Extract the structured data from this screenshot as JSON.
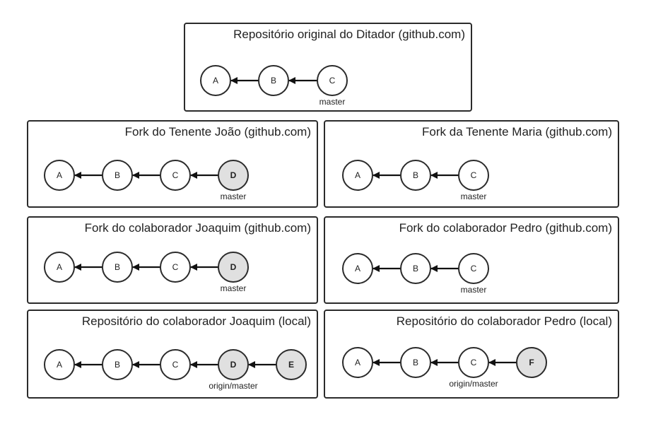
{
  "colors": {
    "border": "#2b2b2b",
    "node_fill": "#ffffff",
    "node_new_fill": "#e0e0e0",
    "arrow": "#111111"
  },
  "panels": [
    {
      "id": "ditador",
      "title": "Repositório original do Ditador (github.com)",
      "nodes": [
        {
          "label": "A",
          "new": false
        },
        {
          "label": "B",
          "new": false
        },
        {
          "label": "C",
          "new": false
        }
      ],
      "ref": {
        "label": "master",
        "node": 2
      }
    },
    {
      "id": "joao",
      "title": "Fork do Tenente João (github.com)",
      "nodes": [
        {
          "label": "A",
          "new": false
        },
        {
          "label": "B",
          "new": false
        },
        {
          "label": "C",
          "new": false
        },
        {
          "label": "D",
          "new": true
        }
      ],
      "ref": {
        "label": "master",
        "node": 3
      }
    },
    {
      "id": "maria",
      "title": "Fork da Tenente Maria (github.com)",
      "nodes": [
        {
          "label": "A",
          "new": false
        },
        {
          "label": "B",
          "new": false
        },
        {
          "label": "C",
          "new": false
        }
      ],
      "ref": {
        "label": "master",
        "node": 2
      }
    },
    {
      "id": "joaquim-fork",
      "title": "Fork do colaborador Joaquim (github.com)",
      "nodes": [
        {
          "label": "A",
          "new": false
        },
        {
          "label": "B",
          "new": false
        },
        {
          "label": "C",
          "new": false
        },
        {
          "label": "D",
          "new": true
        }
      ],
      "ref": {
        "label": "master",
        "node": 3
      }
    },
    {
      "id": "pedro-fork",
      "title": "Fork do colaborador Pedro (github.com)",
      "nodes": [
        {
          "label": "A",
          "new": false
        },
        {
          "label": "B",
          "new": false
        },
        {
          "label": "C",
          "new": false
        }
      ],
      "ref": {
        "label": "master",
        "node": 2
      }
    },
    {
      "id": "joaquim-local",
      "title": "Repositório do colaborador Joaquim (local)",
      "nodes": [
        {
          "label": "A",
          "new": false
        },
        {
          "label": "B",
          "new": false
        },
        {
          "label": "C",
          "new": false
        },
        {
          "label": "D",
          "new": true
        },
        {
          "label": "E",
          "new": true
        }
      ],
      "ref": {
        "label": "origin/master",
        "node": 3
      }
    },
    {
      "id": "pedro-local",
      "title": "Repositório do colaborador Pedro (local)",
      "nodes": [
        {
          "label": "A",
          "new": false
        },
        {
          "label": "B",
          "new": false
        },
        {
          "label": "C",
          "new": false
        },
        {
          "label": "F",
          "new": true
        }
      ],
      "ref": {
        "label": "origin/master",
        "node": 2
      }
    }
  ]
}
